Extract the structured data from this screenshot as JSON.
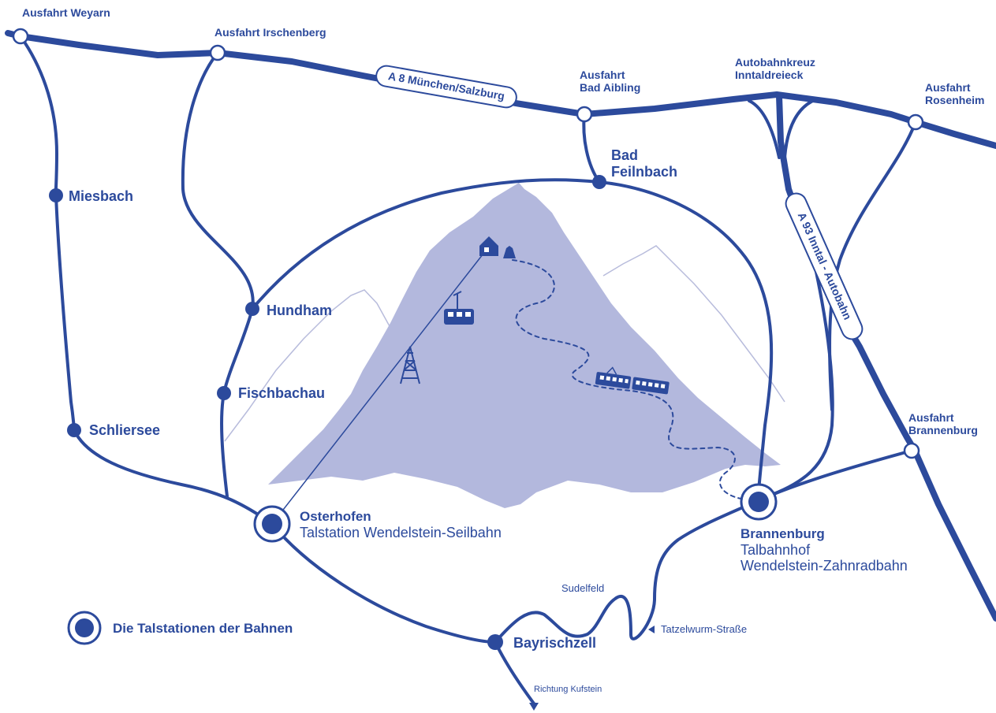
{
  "colors": {
    "route": "#2c4a9c",
    "mountain": "#b3b8dd",
    "outline": "#b8bcdc",
    "background": "#ffffff"
  },
  "highways": {
    "a8": "A 8 München/Salzburg",
    "a93": "A 93 Inntal - Autobahn"
  },
  "exits": {
    "weyarn": "Ausfahrt Weyarn",
    "irschenberg": "Ausfahrt Irschenberg",
    "bad_aibling": [
      "Ausfahrt",
      "Bad Aibling"
    ],
    "inntaldreieck": [
      "Autobahnkreuz",
      "Inntaldreieck"
    ],
    "rosenheim": [
      "Ausfahrt",
      "Rosenheim"
    ],
    "brannenburg": [
      "Ausfahrt",
      "Brannenburg"
    ]
  },
  "towns": {
    "bad_feilnbach": [
      "Bad",
      "Feilnbach"
    ],
    "miesbach": "Miesbach",
    "hundham": "Hundham",
    "fischbachau": "Fischbachau",
    "schliersee": "Schliersee",
    "bayrischzell": "Bayrischzell"
  },
  "stations": {
    "osterhofen": {
      "name": "Osterhofen",
      "desc": "Talstation Wendelstein-Seilbahn"
    },
    "brannenburg": {
      "name": "Brannenburg",
      "desc": [
        "Talbahnhof",
        "Wendelstein-Zahnradbahn"
      ]
    }
  },
  "roads": {
    "sudelfeld": "Sudelfeld",
    "tatzelwurm": "Tatzelwurm-Straße",
    "kufstein": "Richtung Kufstein"
  },
  "legend": {
    "label": "Die Talstationen der Bahnen",
    "symbol": "station-symbol-icon"
  },
  "icons": [
    "cable-car-icon",
    "pylon-icon",
    "summit-house-icon",
    "chapel-icon",
    "cog-railway-train-icon"
  ]
}
